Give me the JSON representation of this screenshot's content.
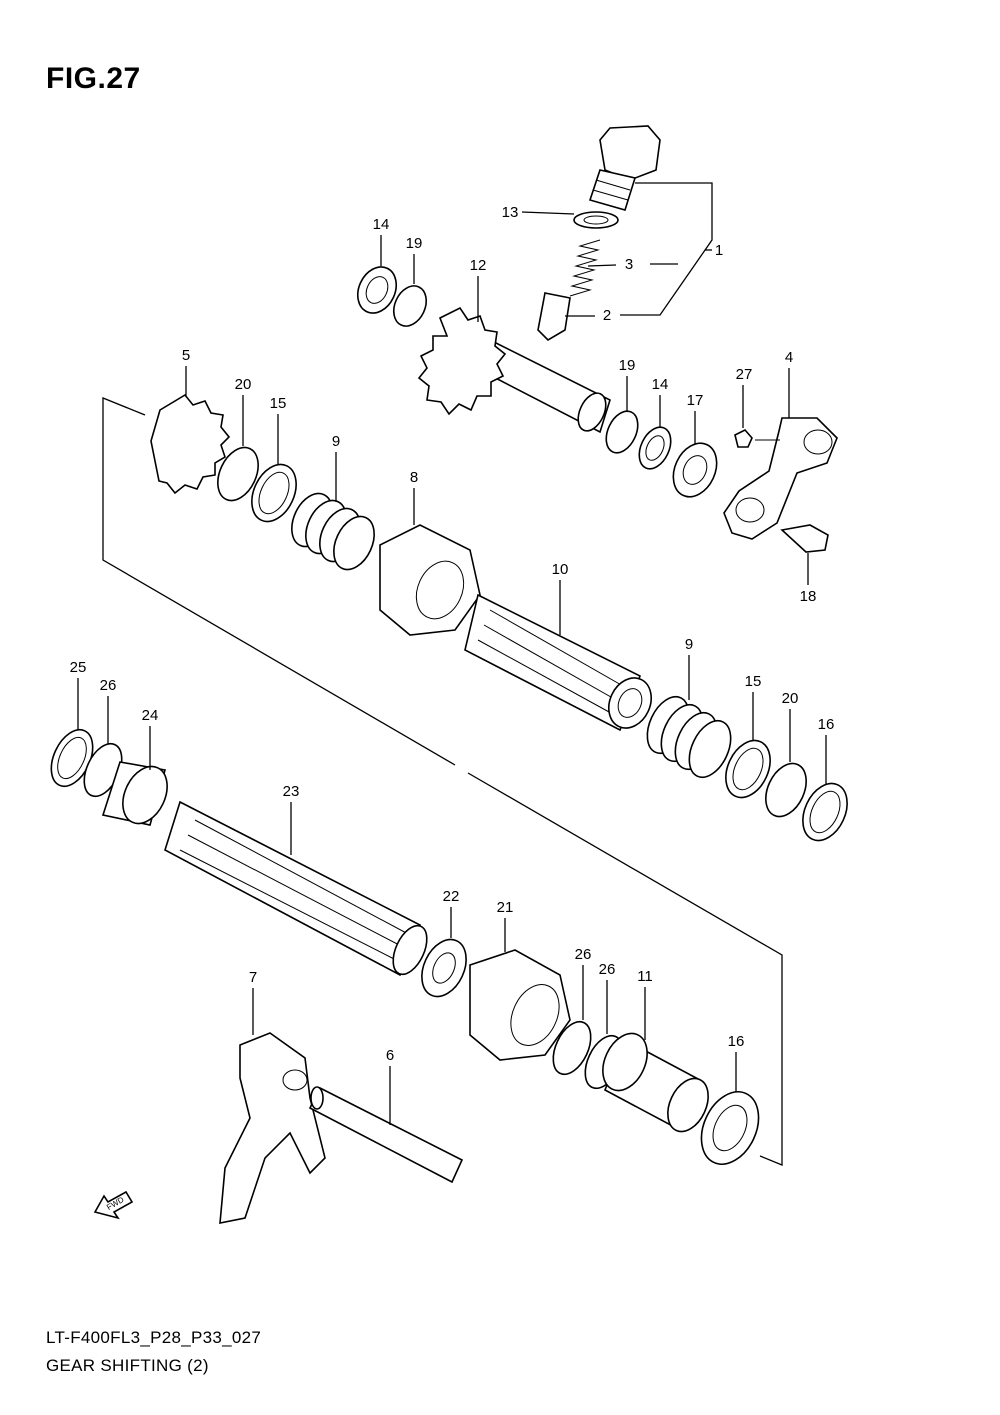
{
  "figure": {
    "title": "FIG.27",
    "code": "LT-F400FL3_P28_P33_027",
    "caption": "GEAR SHIFTING (2)",
    "fwd_label": "FWD"
  },
  "callouts": [
    {
      "id": "1",
      "part": "bolt-assembly"
    },
    {
      "id": "2",
      "part": "stopper-pin"
    },
    {
      "id": "3",
      "part": "spring"
    },
    {
      "id": "4",
      "part": "shift-lever"
    },
    {
      "id": "5",
      "part": "gear-segment"
    },
    {
      "id": "6",
      "part": "fork-shaft"
    },
    {
      "id": "7",
      "part": "shift-fork"
    },
    {
      "id": "8",
      "part": "cam"
    },
    {
      "id": "9a",
      "part": "spring-upper",
      "label": "9"
    },
    {
      "id": "9b",
      "part": "spring-lower",
      "label": "9"
    },
    {
      "id": "10",
      "part": "splined-shaft"
    },
    {
      "id": "11",
      "part": "bushing"
    },
    {
      "id": "12",
      "part": "shift-shaft"
    },
    {
      "id": "13",
      "part": "washer"
    },
    {
      "id": "14a",
      "part": "washer-top",
      "label": "14"
    },
    {
      "id": "14b",
      "part": "washer-mid",
      "label": "14"
    },
    {
      "id": "15a",
      "part": "washer-left",
      "label": "15"
    },
    {
      "id": "15b",
      "part": "washer-right",
      "label": "15"
    },
    {
      "id": "16a",
      "part": "washer-right",
      "label": "16"
    },
    {
      "id": "16b",
      "part": "washer-bottom",
      "label": "16"
    },
    {
      "id": "17",
      "part": "oil-seal"
    },
    {
      "id": "18",
      "part": "bolt"
    },
    {
      "id": "19a",
      "part": "circlip-top",
      "label": "19"
    },
    {
      "id": "19b",
      "part": "circlip-mid",
      "label": "19"
    },
    {
      "id": "20a",
      "part": "circlip-left",
      "label": "20"
    },
    {
      "id": "20b",
      "part": "circlip-right",
      "label": "20"
    },
    {
      "id": "21",
      "part": "drum"
    },
    {
      "id": "22",
      "part": "plate"
    },
    {
      "id": "23",
      "part": "shaft"
    },
    {
      "id": "24",
      "part": "collar"
    },
    {
      "id": "25",
      "part": "washer"
    },
    {
      "id": "26a",
      "part": "circlip-left",
      "label": "26"
    },
    {
      "id": "26b",
      "part": "circlip-lower",
      "label": "26"
    },
    {
      "id": "26c",
      "part": "circlip-lower",
      "label": "26"
    },
    {
      "id": "27",
      "part": "nut"
    }
  ]
}
